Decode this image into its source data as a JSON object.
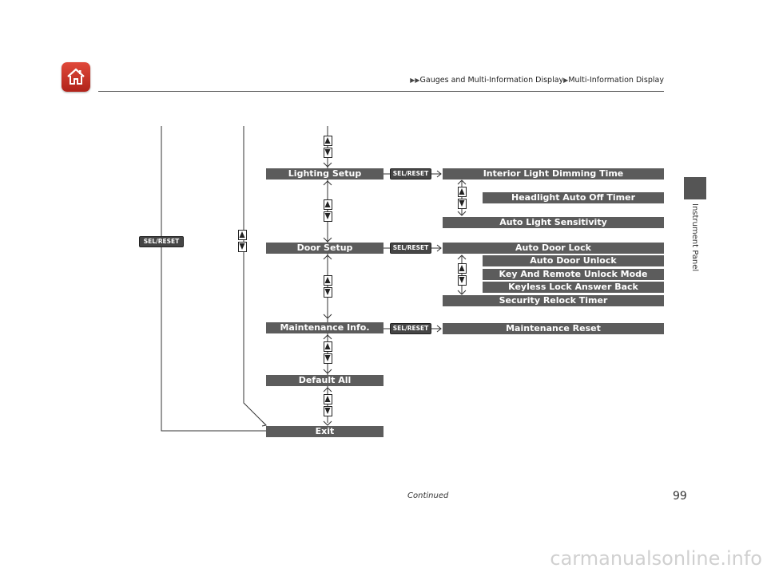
{
  "header": {
    "breadcrumb": [
      "Gauges and Multi-Information Display",
      "Multi-Information Display"
    ]
  },
  "side_tab": {
    "label": "Instrument Panel"
  },
  "diagram": {
    "sel_reset_label": "SEL/RESET",
    "left_menu": [
      "Lighting Setup",
      "Door Setup",
      "Maintenance Info.",
      "Default All",
      "Exit"
    ],
    "lighting_items": [
      "Interior Light Dimming Time",
      "Headlight Auto Off Timer",
      "Auto Light Sensitivity"
    ],
    "door_items": [
      "Auto Door Lock",
      "Auto Door Unlock",
      "Key And Remote Unlock Mode",
      "Keyless Lock Answer Back",
      "Security Relock Timer"
    ],
    "maintenance_items": [
      "Maintenance Reset"
    ]
  },
  "footer": {
    "continued": "Continued",
    "page_number": "99"
  },
  "watermark": "carmanualsonline.info",
  "colors": {
    "menu_bar": "#5c5c5c",
    "home_icon": "#c8342a"
  }
}
